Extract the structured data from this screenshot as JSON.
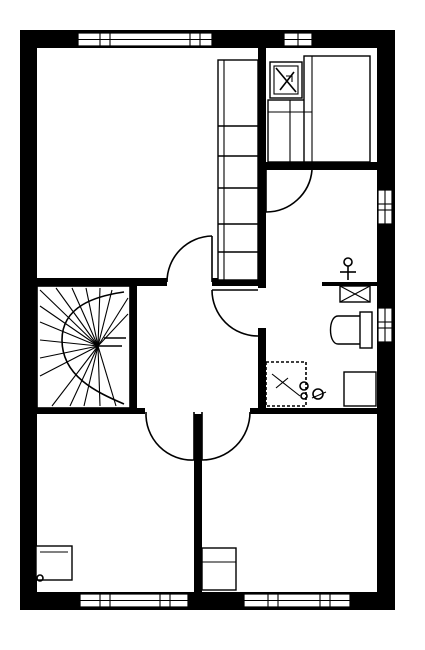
{
  "drawing": {
    "type": "floor-plan",
    "rooms": [
      "bedroom-top-left",
      "storage-top-right",
      "bathroom",
      "staircase",
      "landing",
      "bedroom-bottom-left",
      "bedroom-bottom-right"
    ],
    "colors": {
      "wall": "#000000",
      "background": "#ffffff"
    }
  }
}
